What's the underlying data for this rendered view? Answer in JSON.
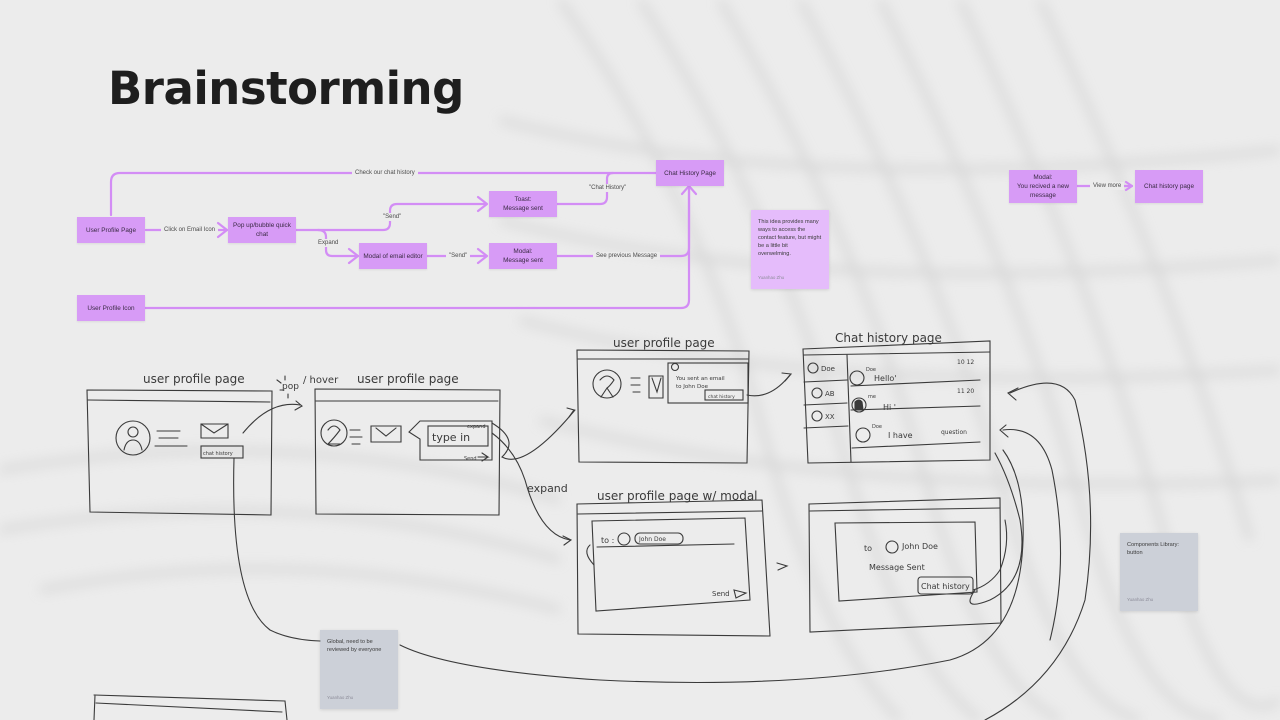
{
  "page": {
    "title": "Brainstorming"
  },
  "colors": {
    "background": "#ececec",
    "node": "#d79bf6",
    "edge": "#d38df5",
    "sticky_purple": "#e5bcfb",
    "sticky_gray": "#ccd0d8",
    "sketch_ink": "#3a3a3a"
  },
  "flowchart": {
    "nodes": {
      "user_profile_page": "User Profile Page",
      "popup_chat": "Pop up/bubble quick chat",
      "toast_title": "Toast:",
      "toast_body": "Message sent",
      "modal_editor": "Modal of email editor",
      "modal_sent_title": "Modal:",
      "modal_sent_body": "Message sent",
      "chat_history_page": "Chat History Page",
      "user_profile_icon": "User Profile Icon"
    },
    "edges": {
      "check_history": "Check our chat history",
      "click_email": "Click on Email Icon",
      "send_1": "\"Send\"",
      "expand": "Expand",
      "send_2": "\"Send\"",
      "chat_history_quote": "\"Chat History\"",
      "see_previous": "See previous Message"
    }
  },
  "flowchart2": {
    "modal_title": "Modal:",
    "modal_body": "You recived a new message",
    "view_more": "View more",
    "chat_history_page": "Chat history page"
  },
  "stickies": [
    {
      "text": "This idea provides many ways to access the contact feature, but might be a little bit overwelming.",
      "author": "Yuanhao Zhu"
    },
    {
      "text": "Components Library: button",
      "author": "Yuanhao Zhu"
    },
    {
      "text": "Global, need to be reviewed by everyone",
      "author": "Yuanhao Zhu"
    }
  ],
  "sketches": {
    "s1_title": "user profile page",
    "chat_history_btn": "chat history",
    "pop_hover": "pop",
    "hover": "/ hover",
    "s2_title": "user profile page",
    "expand_small": "expand",
    "type_in": "type in",
    "send": "Send",
    "expand_arrow": "expand",
    "s3_title": "user profile page",
    "sent_msg_1": "You sent an email",
    "sent_msg_2": "to John Doe",
    "s3_chat_history": "chat history",
    "s4_title": "Chat history page",
    "contacts": [
      "Doe",
      "AB",
      "XX"
    ],
    "messages": [
      {
        "sender": "Doe",
        "text": "Hello'",
        "time": "10 12"
      },
      {
        "sender": "me",
        "text": "Hi '",
        "time": "11 20"
      },
      {
        "sender": "Doe",
        "text": "I have",
        "extra": "question",
        "time": ""
      }
    ],
    "s5_title": "user profile page w/ modal",
    "to_label": "to :",
    "recipient": "John Doe",
    "send_modal": "Send",
    "s6_to": "to",
    "s6_recipient": "John Doe",
    "s6_message_sent": "Message Sent",
    "s6_chat_history": "Chat history"
  }
}
